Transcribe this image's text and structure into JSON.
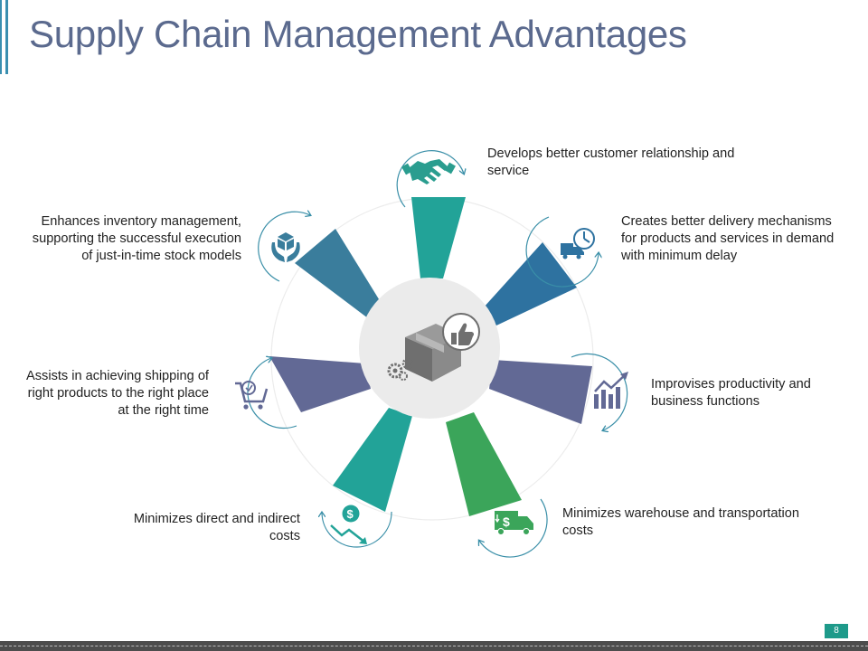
{
  "title": "Supply Chain Management Advantages",
  "page_number": "8",
  "colors": {
    "title": "#5b6a8e",
    "teal": "#22a398",
    "blue": "#2e72a0",
    "slate_blue": "#3a7d9c",
    "indigo": "#626995",
    "green": "#3ba55a",
    "center_disc": "#ebebeb",
    "footer": "#4d4d4d"
  },
  "advantages": [
    {
      "icon": "handshake-icon",
      "text": "Develops better customer relationship and service"
    },
    {
      "icon": "delivery-truck-clock-icon",
      "text": "Creates better delivery mechanisms for products and services in demand with minimum delay"
    },
    {
      "icon": "growth-chart-icon",
      "text": "Improvises productivity and business functions"
    },
    {
      "icon": "cost-truck-icon",
      "text": "Minimizes warehouse and transportation costs"
    },
    {
      "icon": "dollar-decline-icon",
      "text": "Minimizes direct and indirect costs"
    },
    {
      "icon": "shopping-cart-icon",
      "text": "Assists in achieving shipping of right products to the right place at the right time"
    },
    {
      "icon": "inventory-boxes-hand-icon",
      "text": "Enhances inventory management, supporting the successful execution of just-in-time stock models"
    }
  ],
  "center_icon": "box-thumbs-up-gears-icon"
}
